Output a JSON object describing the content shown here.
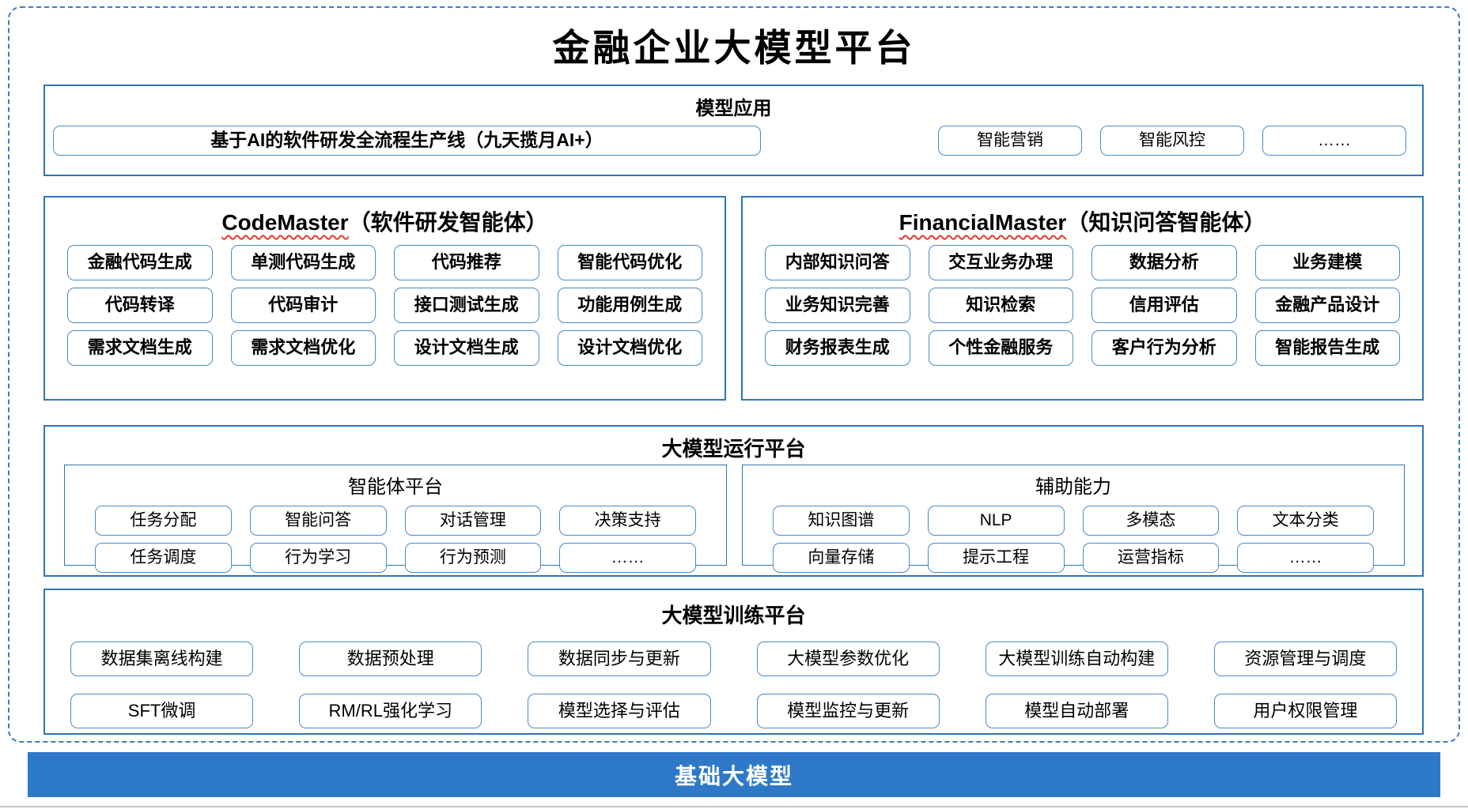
{
  "title": "金融企业大模型平台",
  "colors": {
    "section_border": "#2e75b6",
    "button_border": "#4a89c8",
    "dashed_frame": "#4277c9",
    "foundation_bar_bg": "#2e79c7",
    "wavy_underline": "#e8392b"
  },
  "model_application": {
    "header": "模型应用",
    "main_pipeline": "基于AI的软件研发全流程生产线（九天揽月AI+）",
    "items": [
      "智能营销",
      "智能风控",
      "……"
    ]
  },
  "codemaster": {
    "name": "CodeMaster",
    "subtitle": "（软件研发智能体）",
    "items": [
      "金融代码生成",
      "单测代码生成",
      "代码推荐",
      "智能代码优化",
      "代码转译",
      "代码审计",
      "接口测试生成",
      "功能用例生成",
      "需求文档生成",
      "需求文档优化",
      "设计文档生成",
      "设计文档优化"
    ]
  },
  "financialmaster": {
    "name": "FinancialMaster",
    "subtitle": "（知识问答智能体）",
    "items": [
      "内部知识问答",
      "交互业务办理",
      "数据分析",
      "业务建模",
      "业务知识完善",
      "知识检索",
      "信用评估",
      "金融产品设计",
      "财务报表生成",
      "个性金融服务",
      "客户行为分析",
      "智能报告生成"
    ]
  },
  "runtime_platform": {
    "header": "大模型运行平台",
    "agent_platform": {
      "title": "智能体平台",
      "items": [
        "任务分配",
        "智能问答",
        "对话管理",
        "决策支持",
        "任务调度",
        "行为学习",
        "行为预测",
        "……"
      ]
    },
    "auxiliary": {
      "title": "辅助能力",
      "items": [
        "知识图谱",
        "NLP",
        "多模态",
        "文本分类",
        "向量存储",
        "提示工程",
        "运营指标",
        "……"
      ]
    }
  },
  "training_platform": {
    "header": "大模型训练平台",
    "items": [
      "数据集离线构建",
      "数据预处理",
      "数据同步与更新",
      "大模型参数优化",
      "大模型训练自动构建",
      "资源管理与调度",
      "SFT微调",
      "RM/RL强化学习",
      "模型选择与评估",
      "模型监控与更新",
      "模型自动部署",
      "用户权限管理"
    ]
  },
  "foundation_bar": {
    "label": "基础大模型"
  }
}
